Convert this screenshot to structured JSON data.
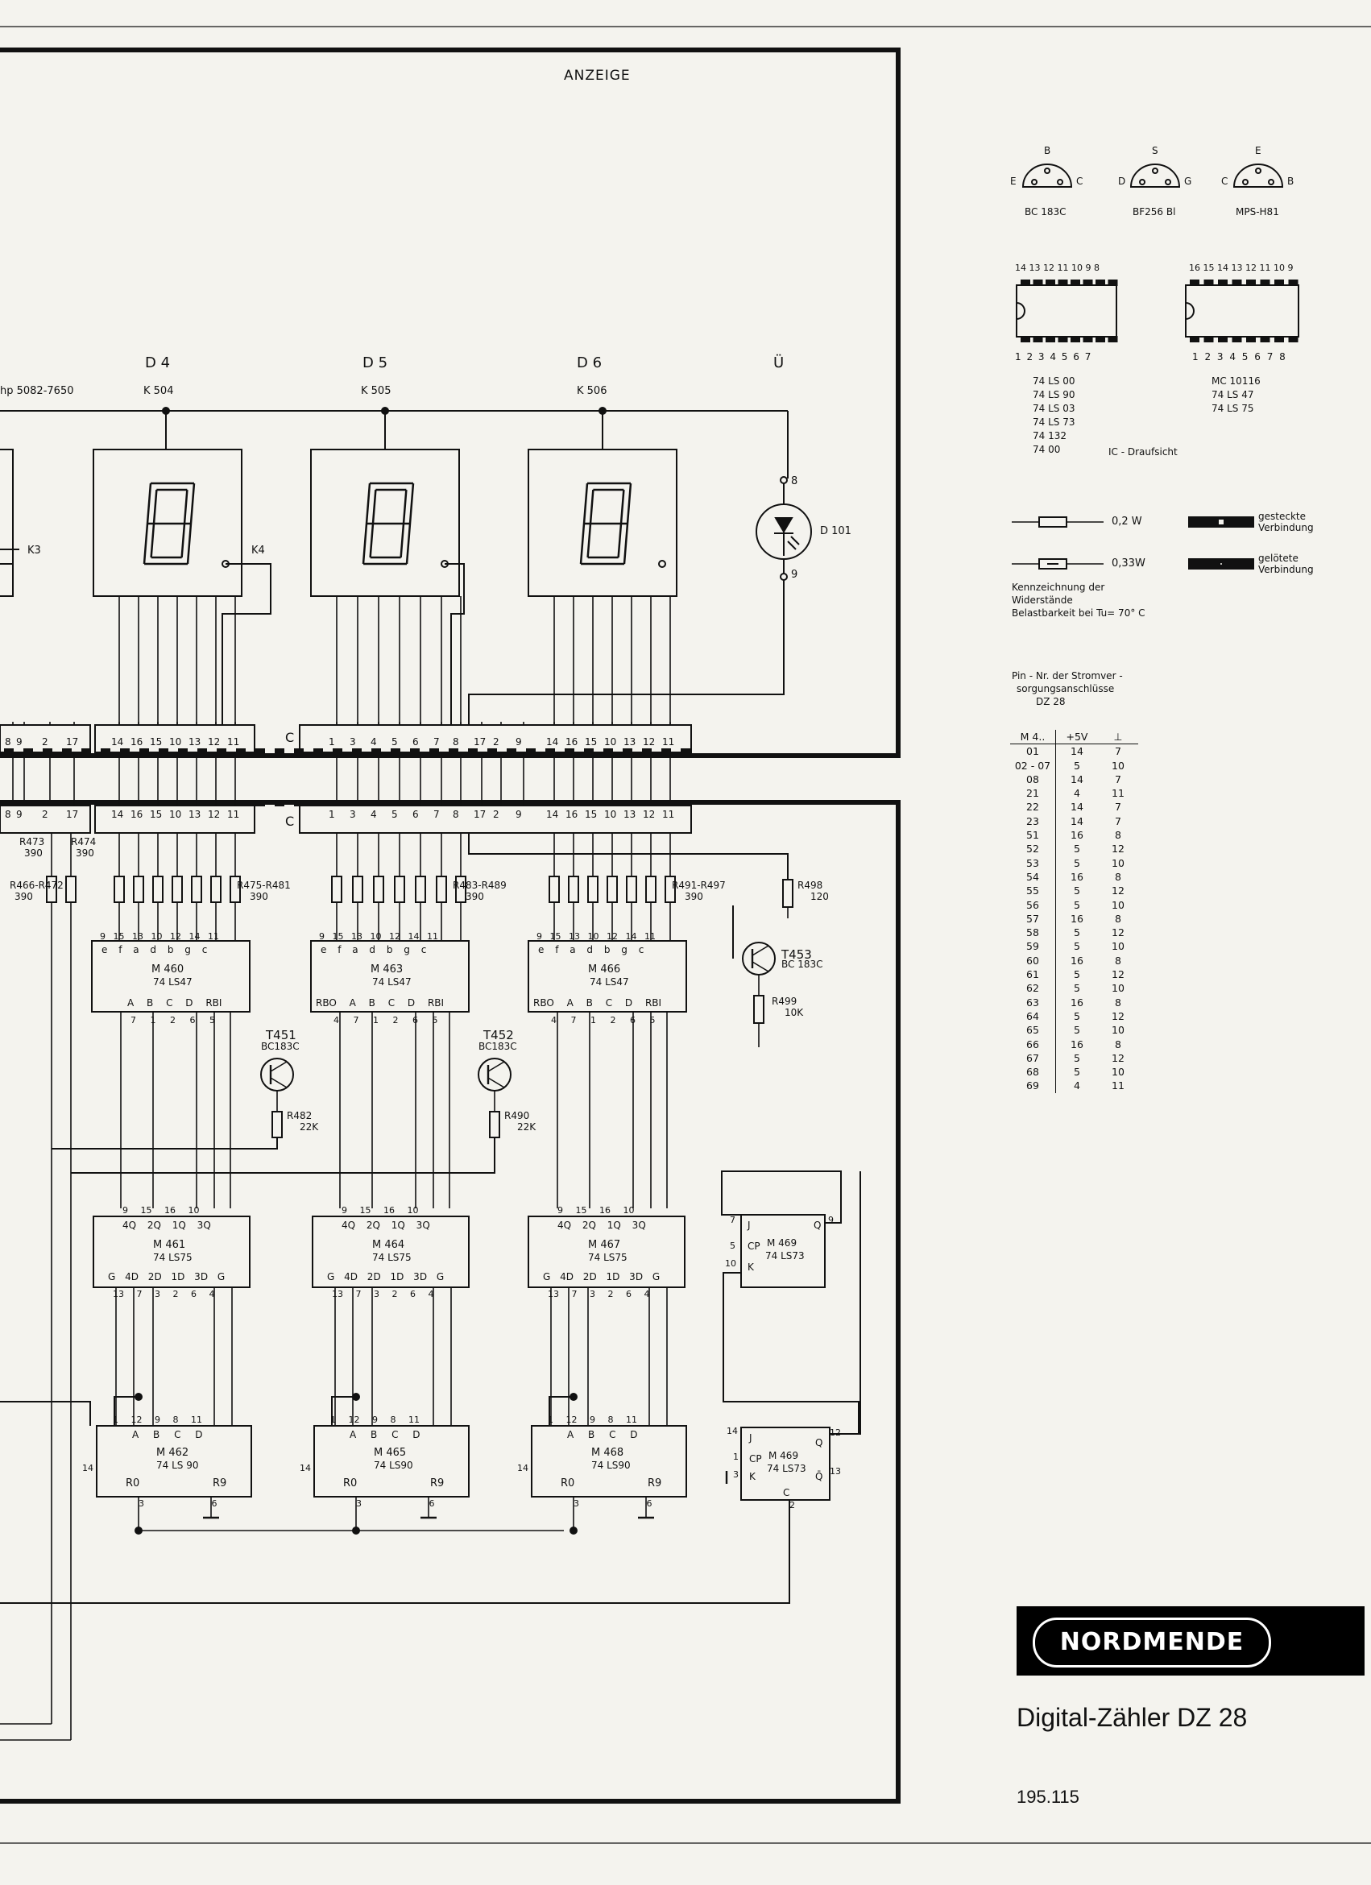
{
  "title": "ANZEIGE",
  "displays": [
    {
      "name": "D 4",
      "connector": "K 504"
    },
    {
      "name": "D 5",
      "connector": "K 505"
    },
    {
      "name": "D 6",
      "connector": "K 506"
    },
    {
      "name": "Ü",
      "connector": ""
    }
  ],
  "display_type": "hp 5082-7650",
  "k_labels": [
    "K3",
    "K4"
  ],
  "led": {
    "ref": "D 101",
    "pin_a": "8",
    "pin_b": "9"
  },
  "connector_letter": "C",
  "pin_rows": {
    "left": [
      "8",
      "9",
      "2",
      "17"
    ],
    "d4": [
      "14",
      "16",
      "15",
      "10",
      "13",
      "12",
      "11"
    ],
    "d5": [
      "1",
      "3",
      "4",
      "5",
      "6",
      "7",
      "8",
      "17",
      "2",
      "9"
    ],
    "d6": [
      "14",
      "16",
      "15",
      "10",
      "13",
      "12",
      "11"
    ]
  },
  "resistors": [
    {
      "ref": "R473",
      "val": "390"
    },
    {
      "ref": "R474",
      "val": "390"
    },
    {
      "ref": "R466-R472",
      "val": "390"
    },
    {
      "ref": "R475-R481",
      "val": "390"
    },
    {
      "ref": "R483-R489",
      "val": "390"
    },
    {
      "ref": "R491-R497",
      "val": "390"
    },
    {
      "ref": "R498",
      "val": "120"
    },
    {
      "ref": "R499",
      "val": "10K"
    },
    {
      "ref": "R482",
      "val": "22K"
    },
    {
      "ref": "R490",
      "val": "22K"
    }
  ],
  "transistors": [
    {
      "ref": "T451",
      "type": "BC183C"
    },
    {
      "ref": "T452",
      "type": "BC183C"
    },
    {
      "ref": "T453",
      "type": "BC 183C"
    }
  ],
  "decoders": [
    {
      "ref": "M 460",
      "type": "74 LS47",
      "top": "e f a d b g c",
      "bottom": "A B C D RBI",
      "toppins": "9 15 13 10 12 14 11",
      "botpins": "7 1 2 6 5"
    },
    {
      "ref": "M 463",
      "type": "74 LS47",
      "top": "e f a d b g c",
      "bottom": "RBO A B C D RBI",
      "toppins": "9 15 13 10 12 14 11",
      "botpins": "4 7 1 2 6 5"
    },
    {
      "ref": "M 466",
      "type": "74 LS47",
      "top": "e f a d b g c",
      "bottom": "RBO A B C D RBI",
      "toppins": "9 15 13 10 12 14 11",
      "botpins": "4 7 1 2 6 5"
    }
  ],
  "latches": [
    {
      "ref": "M 461",
      "type": "74 LS75",
      "top": "4Q 2Q 1Q 3Q",
      "bottom": "G 4D 2D 1D 3D G",
      "toppins": "9 15 16 10",
      "botpins": "13 7 3 2 6 4"
    },
    {
      "ref": "M 464",
      "type": "74 LS75",
      "top": "4Q 2Q 1Q 3Q",
      "bottom": "G 4D 2D 1D 3D G",
      "toppins": "9 15 16 10",
      "botpins": "13 7 3 2 6 4"
    },
    {
      "ref": "M 467",
      "type": "74 LS75",
      "top": "4Q 2Q 1Q 3Q",
      "bottom": "G 4D 2D 1D 3D G",
      "toppins": "9 15 16 10",
      "botpins": "13 7 3 2 6 4"
    }
  ],
  "counters": [
    {
      "ref": "M 462",
      "type": "74 LS 90",
      "top": "A B C D",
      "toppins": "1 12 9 8 11",
      "r0": "R0",
      "r9": "R9",
      "botpins": "3 6",
      "clk": "14"
    },
    {
      "ref": "M 465",
      "type": "74 LS90",
      "top": "A B C D",
      "toppins": "1 12 9 8 11",
      "r0": "R0",
      "r9": "R9",
      "botpins": "3 6",
      "clk": "14"
    },
    {
      "ref": "M 468",
      "type": "74 LS90",
      "top": "A B C D",
      "toppins": "1 12 9 8 11",
      "r0": "R0",
      "r9": "R9",
      "botpins": "3 6",
      "clk": "14"
    }
  ],
  "flipflops": [
    {
      "ref": "M 469",
      "type": "74 LS73",
      "pins": "J CP K Q",
      "pinnums": "7 5 10 9"
    },
    {
      "ref": "M 469",
      "type": "74 LS73",
      "pins": "J CP K Q Q̄ C",
      "pinnums": "14 1 3 12 13 2"
    }
  ],
  "transistor_packages": [
    {
      "name": "BC 183C",
      "pins": [
        "B",
        "E",
        "C"
      ]
    },
    {
      "name": "BF256 Bl",
      "pins": [
        "S",
        "D",
        "G"
      ]
    },
    {
      "name": "MPS-H81",
      "pins": [
        "E",
        "C",
        "B"
      ]
    }
  ],
  "ic_packages": {
    "small_top": "14 13 12 11 10 9 8",
    "small_bottom": "1 2 3 4 5 6 7",
    "small_types": [
      "74 LS 00",
      "74 LS 90",
      "74 LS 03",
      "74 LS 73",
      "74 132",
      "74 00"
    ],
    "large_top": "16 15 14 13 12 11 10 9",
    "large_bottom": "1 2 3 4 5 6 7 8",
    "large_types": [
      "MC 10116",
      "74 LS 47",
      "74 LS 75"
    ],
    "caption": "IC - Draufsicht"
  },
  "legend": {
    "r02": "0,2 W",
    "r033": "0,33W",
    "gesteckt": "gesteckte Verbindung",
    "geloetet": "gelötete Verbindung",
    "note_1": "Kennzeichnung der",
    "note_2": "Widerstände",
    "note_3": "Belastbarkeit bei Tu= 70° C"
  },
  "pin_table": {
    "caption_1": "Pin - Nr. der Stromver -",
    "caption_2": "sorgungsanschlüsse",
    "caption_3": "DZ 28",
    "headers": [
      "M 4..",
      "+5V",
      "⊥"
    ],
    "rows": [
      [
        "01",
        "14",
        "7"
      ],
      [
        "02 - 07",
        "5",
        "10"
      ],
      [
        "08",
        "14",
        "7"
      ],
      [
        "21",
        "4",
        "11"
      ],
      [
        "22",
        "14",
        "7"
      ],
      [
        "23",
        "14",
        "7"
      ],
      [
        "51",
        "16",
        "8"
      ],
      [
        "52",
        "5",
        "12"
      ],
      [
        "53",
        "5",
        "10"
      ],
      [
        "54",
        "16",
        "8"
      ],
      [
        "55",
        "5",
        "12"
      ],
      [
        "56",
        "5",
        "10"
      ],
      [
        "57",
        "16",
        "8"
      ],
      [
        "58",
        "5",
        "12"
      ],
      [
        "59",
        "5",
        "10"
      ],
      [
        "60",
        "16",
        "8"
      ],
      [
        "61",
        "5",
        "12"
      ],
      [
        "62",
        "5",
        "10"
      ],
      [
        "63",
        "16",
        "8"
      ],
      [
        "64",
        "5",
        "12"
      ],
      [
        "65",
        "5",
        "10"
      ],
      [
        "66",
        "16",
        "8"
      ],
      [
        "67",
        "5",
        "12"
      ],
      [
        "68",
        "5",
        "10"
      ],
      [
        "69",
        "4",
        "11"
      ]
    ]
  },
  "brand": "NORDMENDE",
  "product": "Digital-Zähler DZ 28",
  "doc_number": "195.115"
}
